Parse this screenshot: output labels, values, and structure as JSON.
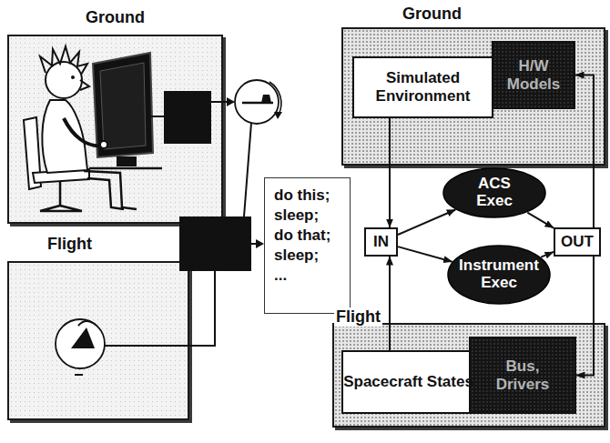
{
  "diagram": {
    "nodes": [
      {
        "text": [
          "Ground"
        ]
      },
      {
        "text": [
          "Ground"
        ]
      },
      {
        "text": [
          "Simulated Environment"
        ],
        "in": 1
      },
      {
        "text": [
          "H/W Models"
        ],
        "in": 1
      },
      {
        "text": [
          "Flight"
        ]
      },
      {
        "text": [
          "do this; sleep; do that; sleep; ..."
        ]
      },
      {
        "text": [
          "IN"
        ]
      },
      {
        "text": [
          "ACS Exec"
        ]
      },
      {
        "text": [
          "Instrument Exec"
        ]
      },
      {
        "text": [
          "OUT"
        ]
      },
      {
        "text": [
          "Flight"
        ]
      },
      {
        "text": [
          "Spacecraft States"
        ],
        "in": 10
      },
      {
        "text": [
          "Bus, Drivers"
        ],
        "in": 10
      }
    ],
    "edges": [
      {
        "from": 2,
        "to": 6,
        "arrow": "to"
      },
      {
        "from": 11,
        "to": 6,
        "arrow": "to"
      },
      {
        "from": 6,
        "to": 7,
        "arrow": "to"
      },
      {
        "from": 6,
        "to": 8,
        "arrow": "to"
      },
      {
        "from": 7,
        "to": 9,
        "arrow": "to"
      },
      {
        "from": 8,
        "to": 9,
        "arrow": "to"
      },
      {
        "from": 9,
        "to": 3,
        "arrow": "to"
      },
      {
        "from": 9,
        "to": 12,
        "arrow": "to"
      }
    ]
  }
}
